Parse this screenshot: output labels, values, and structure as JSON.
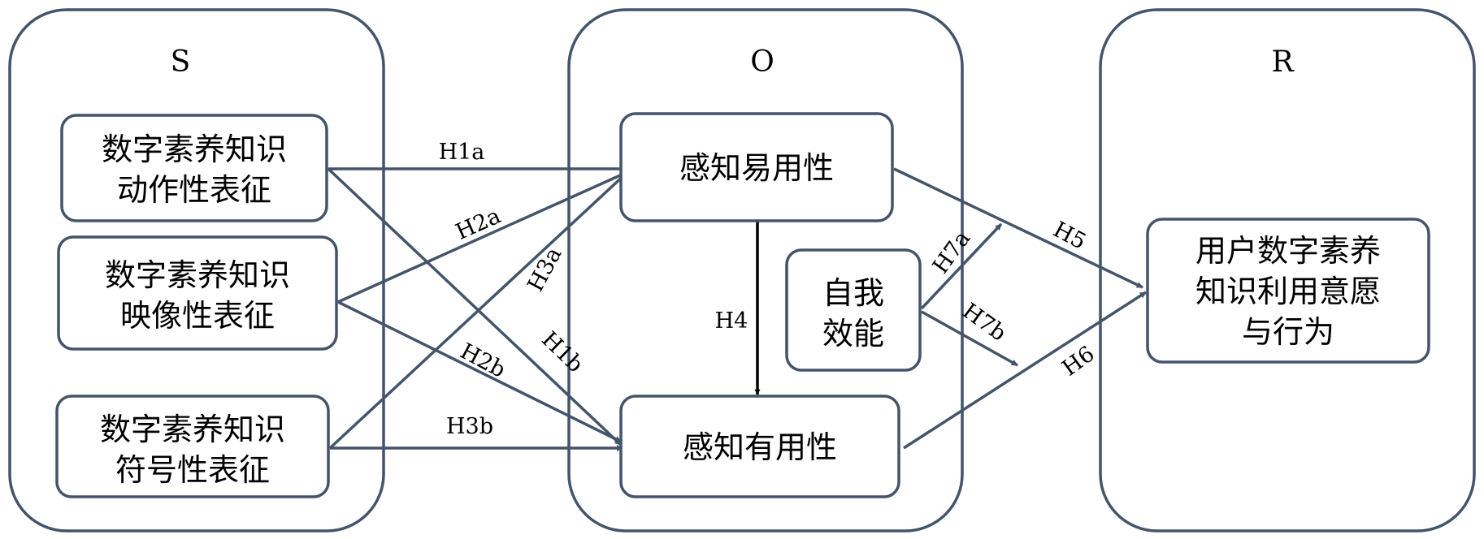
{
  "panels": {
    "s": {
      "title": "S"
    },
    "o": {
      "title": "O"
    },
    "r": {
      "title": "R"
    }
  },
  "nodes": {
    "s1": {
      "lines": [
        "数字素养知识",
        "动作性表征"
      ]
    },
    "s2": {
      "lines": [
        "数字素养知识",
        "映像性表征"
      ]
    },
    "s3": {
      "lines": [
        "数字素养知识",
        "符号性表征"
      ]
    },
    "peou": {
      "lines": [
        "感知易用性"
      ]
    },
    "se": {
      "lines": [
        "自我",
        "效能"
      ]
    },
    "pu": {
      "lines": [
        "感知有用性"
      ]
    },
    "r1": {
      "lines": [
        "用户数字素养",
        "知识利用意愿",
        "与行为"
      ]
    }
  },
  "edges": {
    "h1a": "H1a",
    "h1b": "H1b",
    "h2a": "H2a",
    "h2b": "H2b",
    "h3a": "H3a",
    "h3b": "H3b",
    "h4": "H4",
    "h5": "H5",
    "h6": "H6",
    "h7a": "H7a",
    "h7b": "H7b"
  },
  "colors": {
    "stroke": "#44546a",
    "h4_arrow": "#000000"
  }
}
